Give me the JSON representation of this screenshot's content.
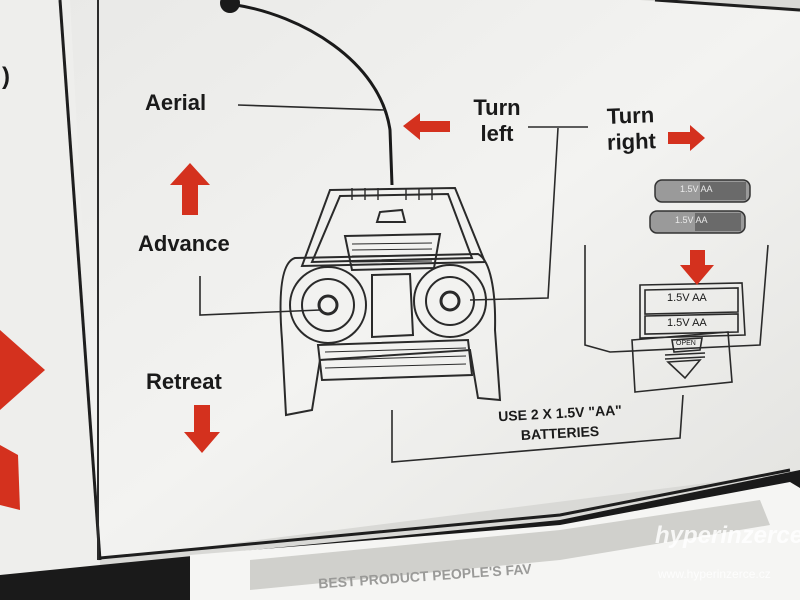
{
  "labels": {
    "aerial": "Aerial",
    "turn_left": "Turn\nleft",
    "turn_right": "Turn\nright",
    "advance": "Advance",
    "retreat": "Retreat",
    "batteries_line1": "USE 2 X 1.5V \"AA\"",
    "batteries_line2": "BATTERIES",
    "battery_text": "1.5V AA",
    "open_label": "OPEN",
    "edge_paren": ")",
    "tagline": "BEST PRODUCT PEOPLE'S FAV"
  },
  "watermark": {
    "logo": "hyperinzerce",
    "url": "www.hyperinzerce.cz"
  },
  "colors": {
    "arrow_red": "#d4311e",
    "card_white": "#f1f1ef",
    "line_dark": "#2a2a2a",
    "backdrop": "#1c1c1c"
  }
}
